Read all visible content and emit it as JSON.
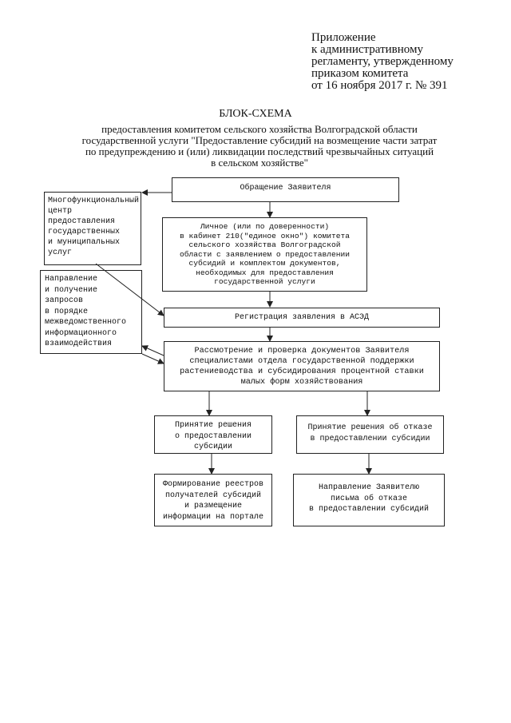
{
  "appendix": {
    "lines": [
      "Приложение",
      "к административному",
      "регламенту, утвержденному",
      "приказом комитета",
      "от 16 ноября 2017 г.  № 391"
    ]
  },
  "title": "БЛОК-СХЕМА",
  "subtitle": {
    "lines": [
      "предоставления комитетом сельского хозяйства Волгоградской области",
      "государственной услуги \"Предоставление субсидий на возмещение части затрат",
      "по предупреждению и (или) ликвидации последствий чрезвычайных ситуаций",
      "в сельском хозяйстве\""
    ]
  },
  "flowchart": {
    "applicant_request": [
      "Обращение Заявителя"
    ],
    "mfc": [
      "Многофункциональный",
      "центр",
      "предоставления",
      "государственных",
      "и муниципальных",
      "услуг"
    ],
    "personal_visit": [
      "Личное (или по доверенности)",
      "в кабинет 210(\"единое окно\") комитета",
      "сельского хозяйства Волгоградской",
      "области с заявлением о предоставлении",
      "субсидий и комплектом документов,",
      "необходимых для предоставления",
      "государственной услуги"
    ],
    "interagency": [
      "Направление",
      "и получение",
      "запросов",
      "в порядке",
      "межведомственного",
      "информационного",
      "взаимодействия"
    ],
    "registration": [
      "Регистрация заявления в АСЭД"
    ],
    "review": [
      "Рассмотрение и проверка документов Заявителя",
      "специалистами отдела государственной поддержки",
      "растениеводства и субсидирования процентной ставки",
      "малых форм хозяйствования"
    ],
    "decision_grant": [
      "Принятие решения",
      "о предоставлении",
      "субсидии"
    ],
    "decision_refuse": [
      "Принятие решения об отказе",
      "в предоставлении субсидии"
    ],
    "registry_formation": [
      "Формирование реестров",
      "получателей субсидий",
      "и размещение",
      "информации на портале"
    ],
    "refusal_letter": [
      "Направление Заявителю",
      "письма об отказе",
      "в предоставлении субсидий"
    ]
  }
}
